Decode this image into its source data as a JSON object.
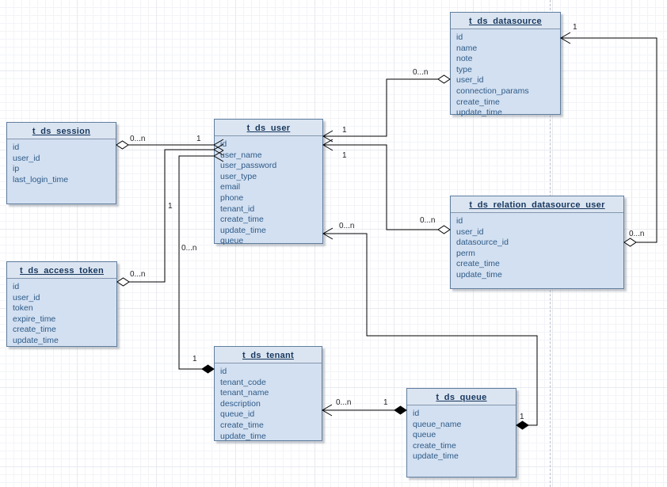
{
  "tables": {
    "session": {
      "title": "t_ds_session",
      "fields": [
        "id",
        "user_id",
        "ip",
        "last_login_time"
      ]
    },
    "user": {
      "title": "t_ds_user",
      "fields": [
        "id",
        "user_name",
        "user_password",
        "user_type",
        "email",
        "phone",
        "tenant_id",
        "create_time",
        "update_time",
        "queue"
      ]
    },
    "datasource": {
      "title": "t_ds_datasource",
      "fields": [
        "id",
        "name",
        "note",
        "type",
        "user_id",
        "connection_params",
        "create_time",
        "update_time"
      ]
    },
    "relation_datasource_user": {
      "title": "t_ds_relation_datasource_user",
      "fields": [
        "id",
        "user_id",
        "datasource_id",
        "perm",
        "create_time",
        "update_time"
      ]
    },
    "access_token": {
      "title": "t_ds_access_token",
      "fields": [
        "id",
        "user_id",
        "token",
        "expire_time",
        "create_time",
        "update_time"
      ]
    },
    "tenant": {
      "title": "t_ds_tenant",
      "fields": [
        "id",
        "tenant_code",
        "tenant_name",
        "description",
        "queue_id",
        "create_time",
        "update_time"
      ]
    },
    "queue": {
      "title": "t_ds_queue",
      "fields": [
        "id",
        "queue_name",
        "queue",
        "create_time",
        "update_time"
      ]
    }
  },
  "relations": [
    {
      "id": "session-user",
      "from": "t_ds_session",
      "from_card": "0...n",
      "from_marker": "open-diamond",
      "to": "t_ds_user",
      "to_card": "1",
      "to_marker": "open-arrow"
    },
    {
      "id": "access_token-user",
      "from": "t_ds_access_token",
      "from_card": "0...n",
      "from_marker": "open-diamond",
      "to": "t_ds_user",
      "to_card": "1",
      "to_marker": "open-arrow"
    },
    {
      "id": "tenant-user",
      "from": "t_ds_tenant",
      "from_card": "1",
      "from_marker": "filled-diamond",
      "to": "t_ds_user",
      "to_card": "0...n",
      "to_marker": "open-arrow"
    },
    {
      "id": "datasource-user",
      "from": "t_ds_datasource",
      "from_card": "0...n",
      "from_marker": "open-diamond",
      "to": "t_ds_user",
      "to_card": "1",
      "to_marker": "open-arrow"
    },
    {
      "id": "relation_datasource_user-user",
      "from": "t_ds_relation_datasource_user",
      "from_card": "0...n",
      "from_marker": "open-diamond",
      "to": "t_ds_user",
      "to_card": "1",
      "to_marker": "open-arrow"
    },
    {
      "id": "relation_datasource_user-datasource",
      "from": "t_ds_relation_datasource_user",
      "from_card": "0...n",
      "from_marker": "open-diamond",
      "to": "t_ds_datasource",
      "to_card": "1",
      "to_marker": "open-arrow"
    },
    {
      "id": "queue-user",
      "from": "t_ds_queue",
      "from_card": "1",
      "from_marker": "filled-diamond",
      "to": "t_ds_user",
      "to_card": "0...n",
      "to_marker": "open-arrow"
    },
    {
      "id": "queue-tenant",
      "from": "t_ds_queue",
      "from_card": "1",
      "from_marker": "filled-diamond",
      "to": "t_ds_tenant",
      "to_card": "0...n",
      "to_marker": "open-arrow"
    }
  ],
  "colors": {
    "table_header_bg": "#dbe5f1",
    "table_body_bg": "#d3e0f1",
    "table_border": "#5f7d9e",
    "title_text": "#17375e",
    "field_text": "#2d5a88",
    "connector": "#000000",
    "grid_major": "#e7eaf1",
    "grid_minor": "#f3f4f8",
    "page_break_dash": "#b9bdc6"
  }
}
